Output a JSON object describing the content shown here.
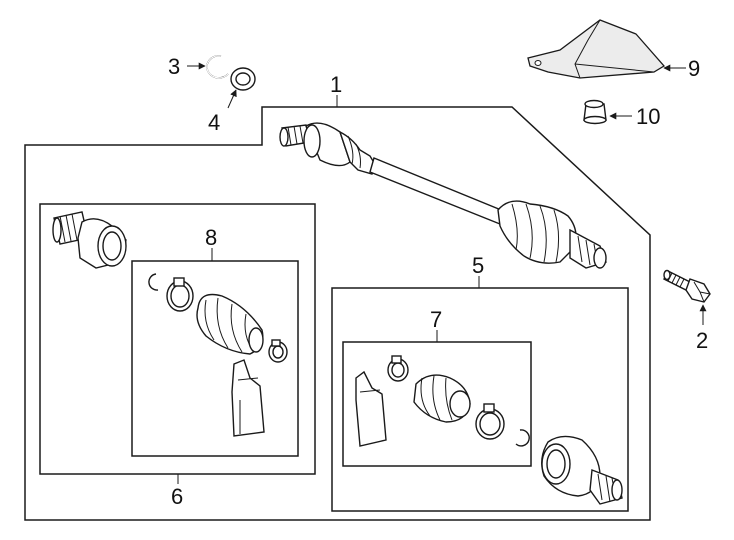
{
  "callouts": {
    "c1": "1",
    "c2": "2",
    "c3": "3",
    "c4": "4",
    "c5": "5",
    "c6": "6",
    "c7": "7",
    "c8": "8",
    "c9": "9",
    "c10": "10"
  },
  "colors": {
    "line": "#1a1a1a",
    "background": "#ffffff",
    "heatshield_fill": "#e6e6e6"
  }
}
